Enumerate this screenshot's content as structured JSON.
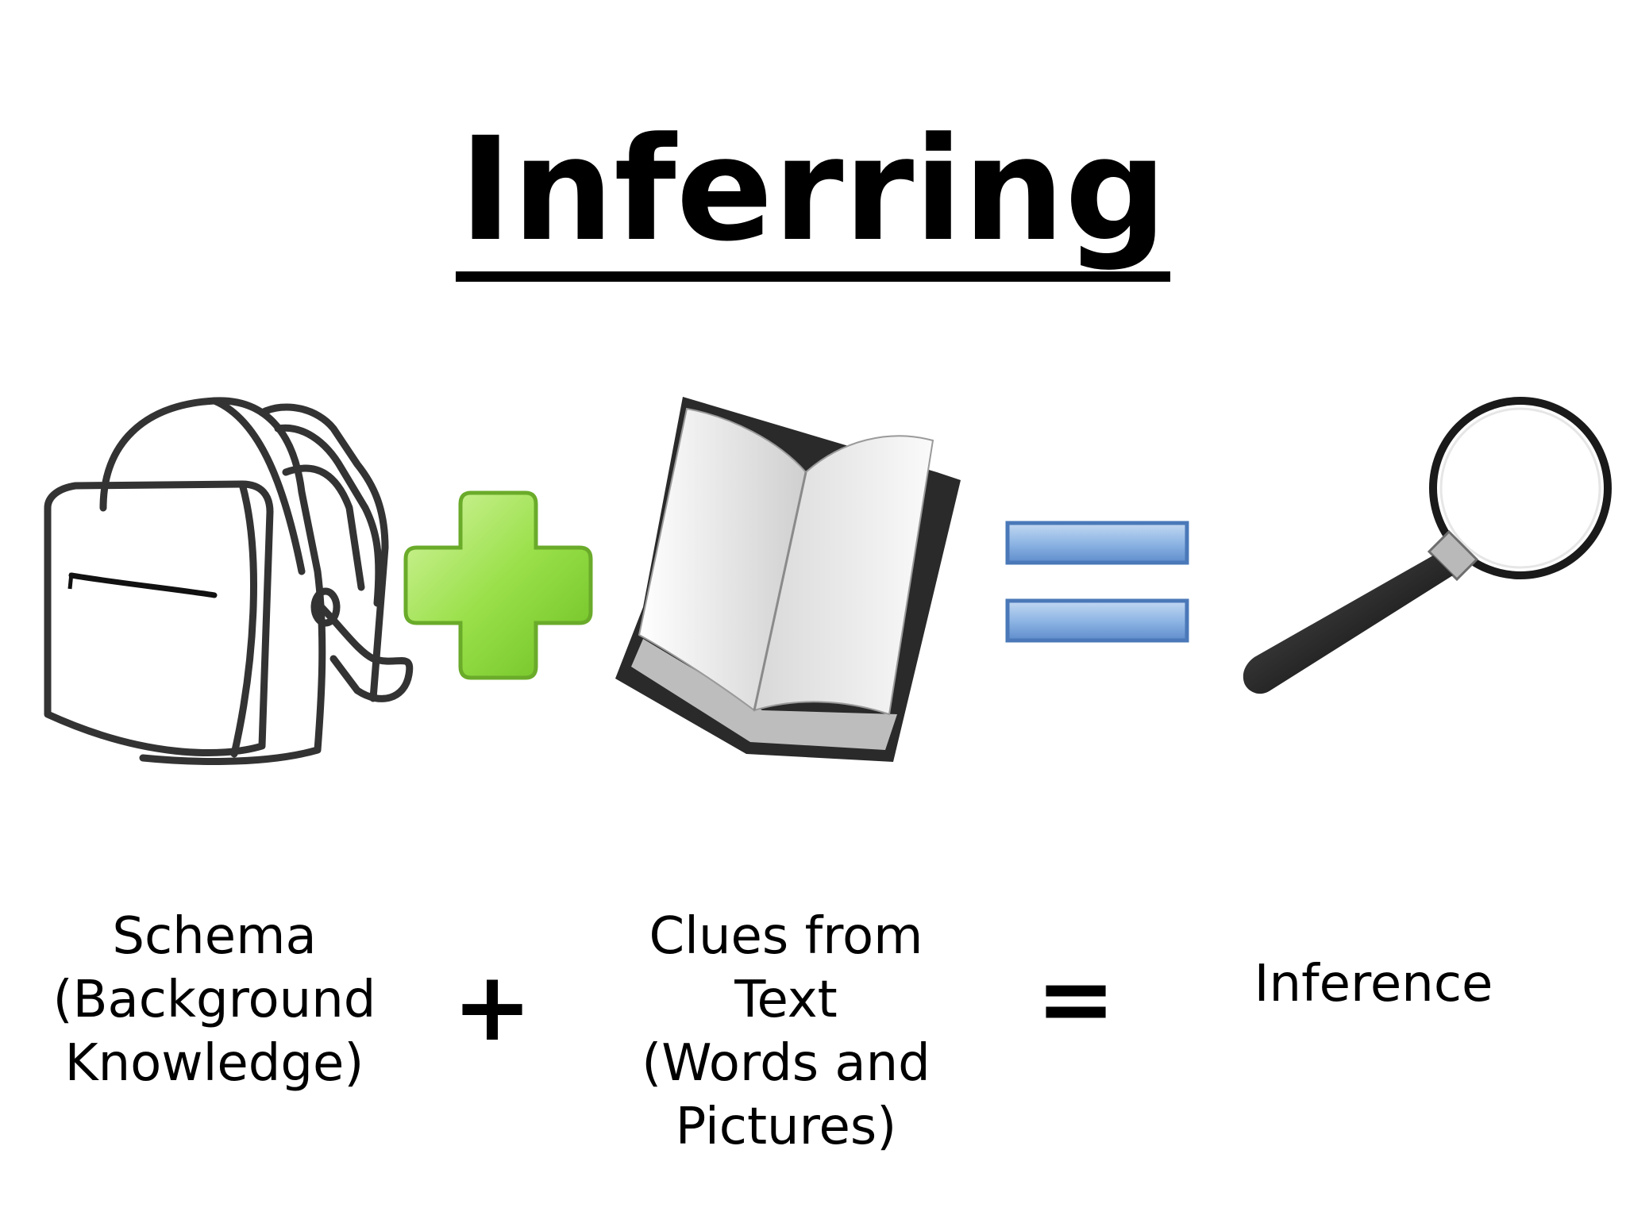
{
  "title": "Inferring",
  "equation": {
    "terms": [
      {
        "label": "Schema\n(Background\nKnowledge)",
        "icon": "backpack-icon"
      },
      {
        "label": "Clues from\nText\n(Words and\nPictures)",
        "icon": "open-book-icon"
      },
      {
        "label": "Inference",
        "icon": "magnifying-glass-icon"
      }
    ],
    "operators": {
      "plus": "+",
      "equals": "="
    }
  },
  "colors": {
    "plus_icon": "#8fd63a",
    "equals_icon": "#6f9fd6",
    "outline": "#333333"
  }
}
